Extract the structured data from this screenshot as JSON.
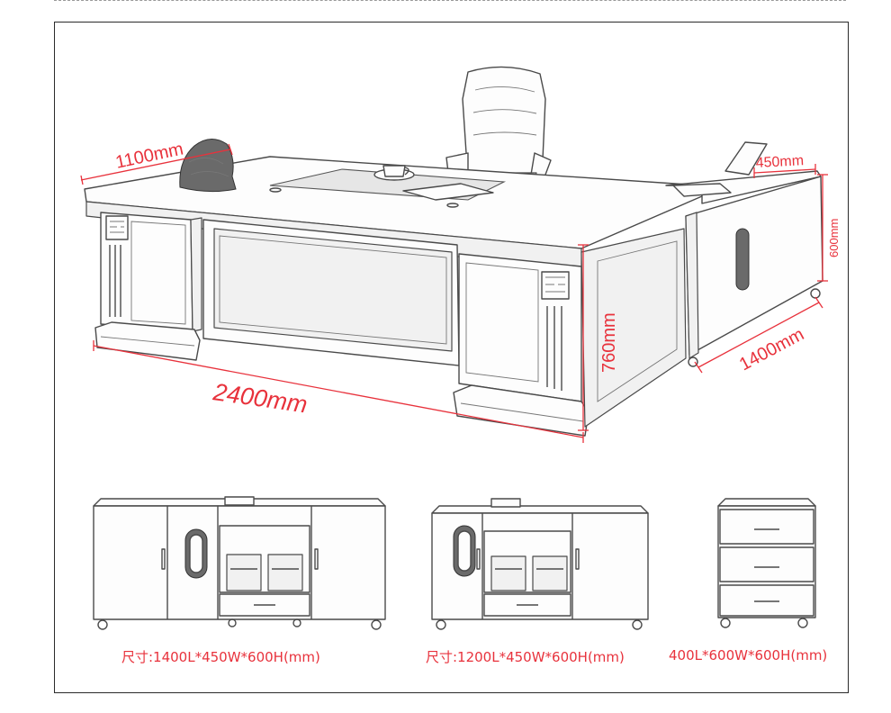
{
  "dimensions": {
    "desk_depth": "1100mm",
    "desk_length": "2400mm",
    "desk_height": "760mm",
    "return_depth": "450mm",
    "return_length": "1400mm",
    "return_height": "600mm"
  },
  "captions": {
    "cabinet_large": "尺寸:1400L*450W*600H(mm)",
    "cabinet_medium": "尺寸:1200L*450W*600H(mm)",
    "drawer_unit": "400L*600W*600H(mm)"
  },
  "colors": {
    "dimension": "#e8323c",
    "line_art": "#4a4a4a",
    "frame": "#2a2a2a"
  }
}
